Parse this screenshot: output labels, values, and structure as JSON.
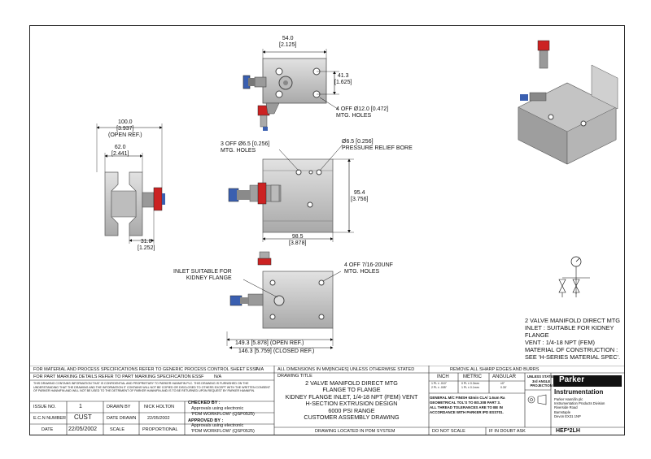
{
  "dims": {
    "top_width": "54.0",
    "top_width_in": "[2.125]",
    "top_height": "41.3",
    "top_height_in": "[1.625]",
    "top_holes": "4 OFF Ø12.0 [0.472]",
    "top_holes_label": "MTG. HOLES",
    "side_width": "100.0",
    "side_width_in": "[3.937]",
    "side_width_note": "(OPEN REF.)",
    "side_inner": "62.0",
    "side_inner_in": "[2.441]",
    "side_bottom": "31.8",
    "side_bottom_in": "[1.252]",
    "mid_holes": "3 OFF Ø6.5 [0.256]",
    "mid_holes_label": "MTG. HOLES",
    "relief": "Ø6.5 [0.256]",
    "relief_label": "PRESSURE RELIEF BORE",
    "mid_height": "95.4",
    "mid_height_in": "[3.756]",
    "mid_width": "98.5",
    "mid_width_in": "[3.878]",
    "inlet_note_1": "INLET SUITABLE FOR",
    "inlet_note_2": "KIDNEY FLANGE",
    "bot_holes": "4 OFF  7/16-20UNF",
    "bot_holes_label": "MTG. HOLES",
    "bot_open": "149.3 [5.878] (OPEN REF.)",
    "bot_closed": "146.3 [5.759] (CLOSED REF.)"
  },
  "spec": [
    "2 VALVE MANIFOLD DIRECT MTG",
    "INLET : SUITABLE FOR KIDNEY FLANGE",
    "VENT : 1/4-18 NPT (FEM)",
    "MATERIAL OF CONSTRUCTION :",
    "SEE 'H-SERIES MATERIAL SPEC'."
  ],
  "title_block": {
    "material_spec": "FOR MATERIAL AND PROCESS SPECIFICATIONS REFER TO GENERIC PROCESS CONTROL SHEET ESSF",
    "material_spec_val": "N/A",
    "marking_spec": "FOR PART MARKING DETAILS REFER TO PART MARKING SPECIFICATION ESSF",
    "marking_spec_val": "N/A",
    "confidential": "THIS DRAWING CONTAINS INFORMATION THAT IS CONFIDENTIAL AND PROPRIETARY TO PARKER HANNIFIN PLC. THIS DRAWING IS FURNISHED ON THE UNDERSTANDING THAT THE DRAWING AND THE INFORMATION IT CONTAINS WILL NOT BE COPIED OR DISCLOSED TO OTHERS EXCEPT WITH THE WRITTEN CONSENT OF PARKER HANNIFIN AND WILL NOT BE USED TO THE DETRIMENT OF PARKER HANNIFIN AND IS TO BE RETURNED UPON REQUEST BY PARKER HANNIFIN.",
    "issue_no_label": "ISSUE NO.",
    "issue_no": "1",
    "ecn_label": "E.C.N NUMBER",
    "ecn": "CUST",
    "date_label": "DATE",
    "date": "22/05/2002",
    "drawn_by_label": "DRAWN BY",
    "drawn_by": "NICK HOLTON",
    "date_drawn_label": "DATE DRAWN",
    "date_drawn": "22/05/2002",
    "scale_label": "SCALE",
    "scale": "PROPORTIONAL",
    "checked_label": "CHECKED BY :",
    "checked_1": "Approvals using electronic",
    "checked_2": "'PDM WORKFLOW' (QSP0525)",
    "approved_label": "APPROVED BY :",
    "approved_1": "Approvals using electronic",
    "approved_2": "'PDM WORKFLOW' (QSP0525)",
    "all_dims": "ALL DIMENSIONS IN MM[INCHES] UNLESS OTHERWISE STATED",
    "drawing_title_label": "DRAWING TITLE",
    "title_lines": [
      "2 VALVE MANIFOLD DIRECT MTG",
      "FLANGE TO FLANGE",
      "KIDNEY FLANGE INLET, 1/4-18 NPT (FEM) VENT",
      "H-SECTION EXTRUSION DESIGN",
      "6000 PSI RANGE",
      "CUSTOMER ASSEMBLY DRAWING"
    ],
    "pdm_note": "DRAWING LOCATED IN PDM SYSTEM",
    "remove_edges": "REMOVE ALL SHARP EDGES AND BURRS",
    "inch": "INCH",
    "metric": "METRIC",
    "angular": "ANGULAR",
    "tol_inch_1": "1 PL ± .010\"",
    "tol_inch_2": "2 PL ± .005\"",
    "tol_metric_1": "0 PL ± 0.3mm",
    "tol_metric_2": "1 PL ± 0.1mm",
    "tol_ang_1": "±0°",
    "tol_ang_2": "0.30'",
    "general_1": "GENERAL M/C FINISH 63min CLA/ 1.6um Ra",
    "general_2": "GEOMETRICAL TOL'S TO BS.308 PART 3.",
    "general_3": "ALL THREAD TOLERANCES ARE TO BE IN",
    "general_4": "ACCORDANCE WITH PARKER IPD ESS701.",
    "do_not_scale": "DO NOT SCALE",
    "if_in_doubt": "IF IN DOUBT ASK",
    "projection_1": "UNLESS STATED",
    "projection_2": "3rd ANGLE",
    "projection_3": "PROJECTION",
    "brand": "Parker",
    "division": "Instrumentation",
    "address": [
      "Parker Hannifin plc",
      "Instrumentation Products Division",
      "Riverside Road",
      "Barnstaple",
      "Devon EX31 1NP"
    ],
    "part_no": "HEF*2LH"
  },
  "colors": {
    "body": "#c8c8c8",
    "body_dark": "#8e8e8e",
    "red_handle": "#cc2222",
    "blue_seal": "#3a5fb0",
    "line": "#111111"
  }
}
